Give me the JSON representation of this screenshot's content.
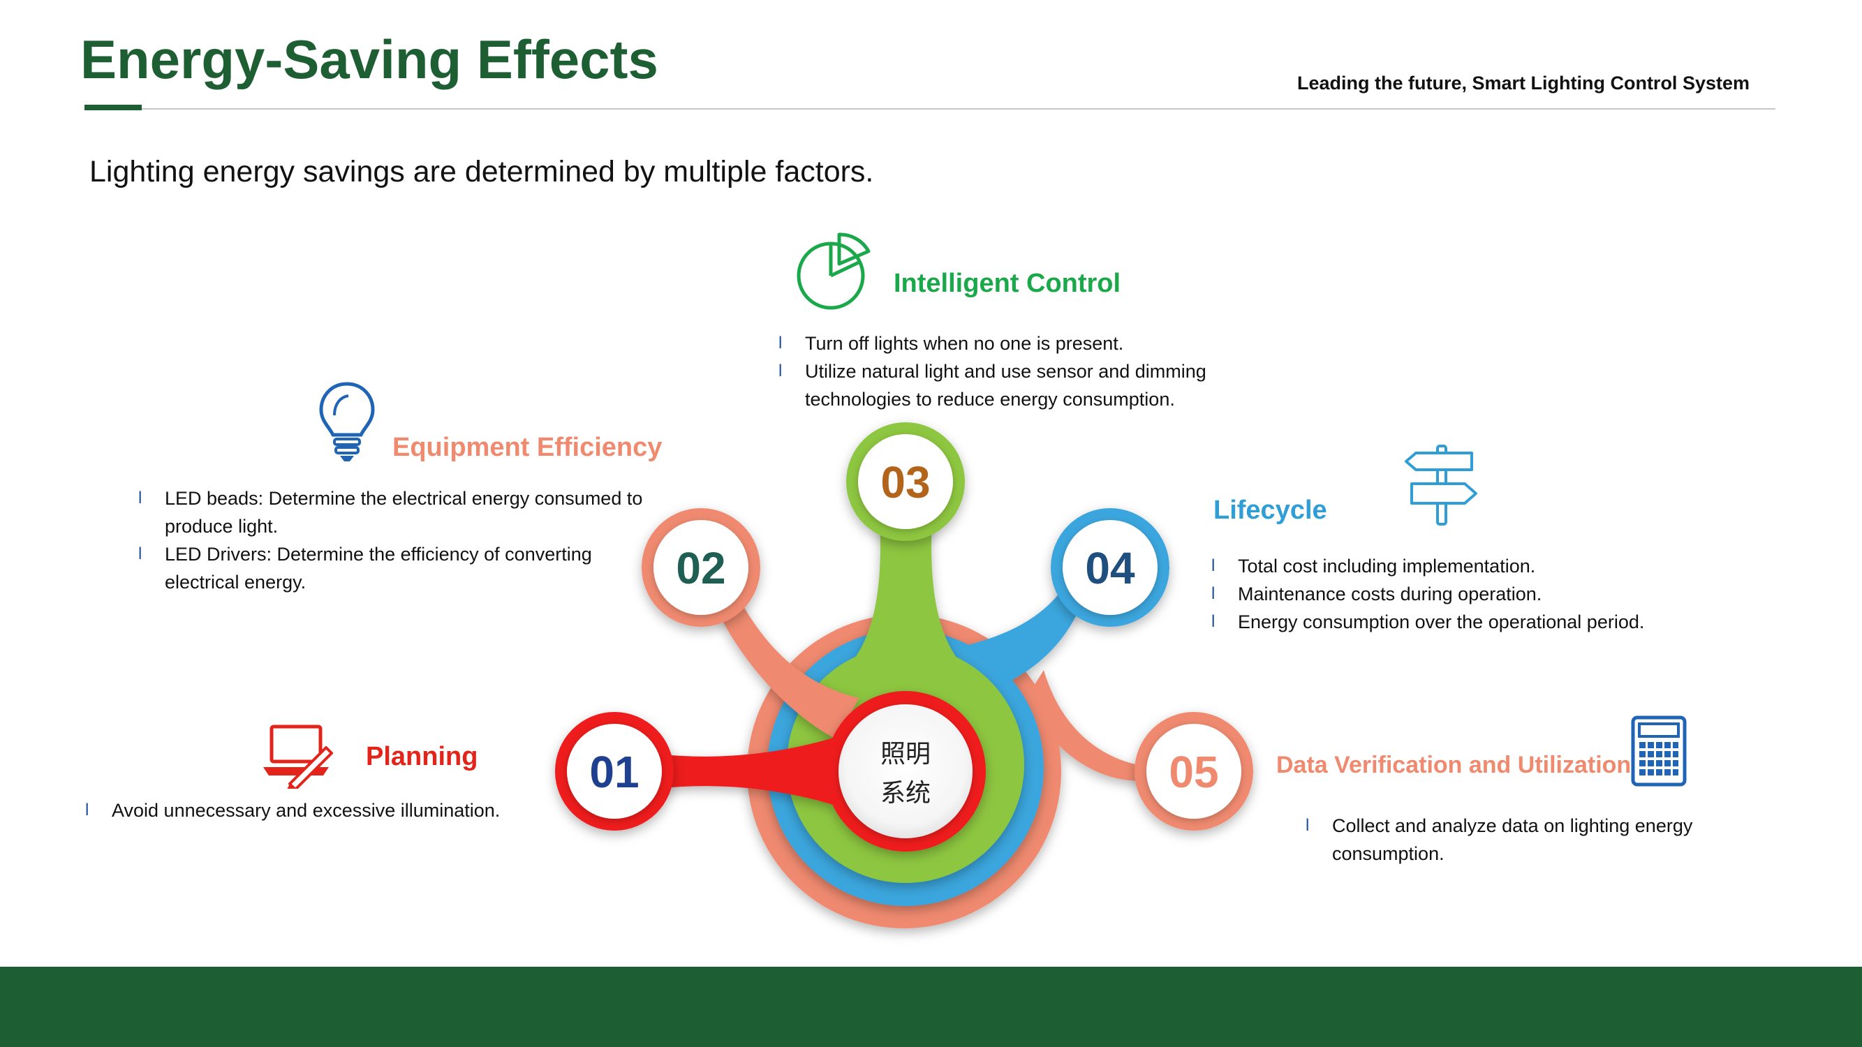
{
  "header": {
    "title": "Energy-Saving Effects",
    "tagline": "Leading the future, Smart Lighting Control System"
  },
  "intro": "Lighting energy savings are determined by multiple factors.",
  "colors": {
    "brand_green": "#1e5e33",
    "planning": "#ee1c1c",
    "equipment": "#ef8a6f",
    "intelligent": "#1aa84a",
    "lifecycle": "#2f9ed6",
    "data": "#ef8a6f"
  },
  "center": {
    "line1": "照明",
    "line2": "系统"
  },
  "nodes": [
    {
      "number": "01"
    },
    {
      "number": "02"
    },
    {
      "number": "03"
    },
    {
      "number": "04"
    },
    {
      "number": "05"
    }
  ],
  "factors": {
    "planning": {
      "title": "Planning",
      "icon": "laptop-pen-icon",
      "bullets": [
        "Avoid unnecessary and excessive illumination."
      ]
    },
    "equipment": {
      "title": "Equipment Efficiency",
      "icon": "lightbulb-icon",
      "bullets": [
        "LED beads: Determine the electrical energy consumed to produce light.",
        "LED Drivers: Determine the efficiency of converting electrical energy."
      ]
    },
    "intelligent": {
      "title": "Intelligent Control",
      "icon": "pie-chart-icon",
      "bullets": [
        "Turn off lights when no one is present.",
        "Utilize natural light and use sensor and dimming technologies to reduce energy consumption."
      ]
    },
    "lifecycle": {
      "title": "Lifecycle",
      "icon": "signpost-icon",
      "bullets": [
        "Total cost including implementation.",
        "Maintenance costs during operation.",
        "Energy consumption over the operational period."
      ]
    },
    "data": {
      "title": "Data Verification and Utilization",
      "icon": "calculator-icon",
      "bullets": [
        "Collect and analyze data on lighting energy consumption."
      ]
    }
  }
}
